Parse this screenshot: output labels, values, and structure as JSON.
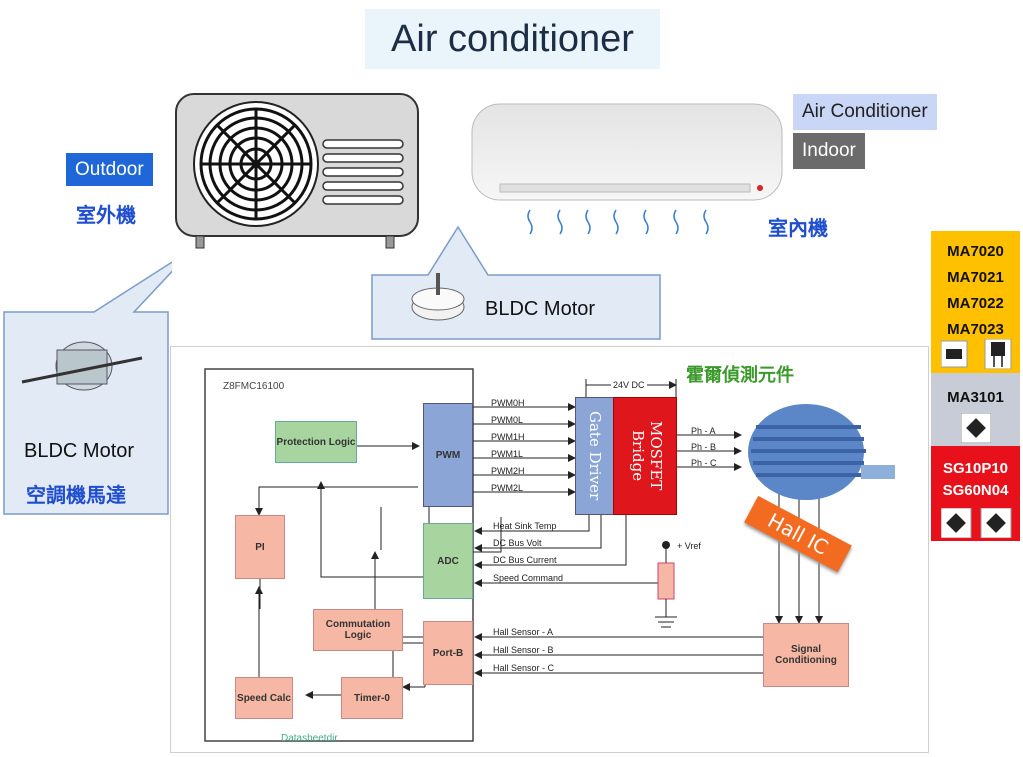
{
  "title": "Air conditioner",
  "outdoor": {
    "label": "Outdoor",
    "cjk": "室外機"
  },
  "indoor": {
    "label_top": "Air Conditioner",
    "label_bottom": "Indoor",
    "cjk": "室內機"
  },
  "callout_small": {
    "text": "BLDC Motor"
  },
  "callout_left": {
    "text": "BLDC Motor",
    "cjk": "空調機馬達"
  },
  "chips": {
    "group1": [
      "MA7020",
      "MA7021",
      "MA7022",
      "MA7023"
    ],
    "group2": [
      "MA3101"
    ],
    "group3": [
      "SG10P10",
      "SG60N04"
    ],
    "colors": {
      "group1": "#ffc000",
      "group2": "#c8ccd6",
      "group3": "#e8101a"
    }
  },
  "diagram": {
    "chip_name": "Z8FMC16100",
    "hall_cjk": "霍爾偵測元件",
    "blocks": {
      "protection": "Protection Logic",
      "pwm": "PWM",
      "pi": "PI",
      "adc": "ADC",
      "commutation": "Commutation Logic",
      "portb": "Port-B",
      "speed": "Speed Calc",
      "timer": "Timer-0",
      "gate_driver": "Gate Driver",
      "mosfet": "MOSFET Bridge",
      "signal": "Signal Conditioning",
      "hall_ic": "Hall IC"
    },
    "pwm_signals": [
      "PWM0H",
      "PWM0L",
      "PWM1H",
      "PWM1L",
      "PWM2H",
      "PWM2L"
    ],
    "adc_signals": [
      "Heat Sink Temp",
      "DC Bus Volt",
      "DC Bus Current",
      "Speed Command"
    ],
    "hall_signals": [
      "Hall Sensor - A",
      "Hall Sensor - B",
      "Hall Sensor - C"
    ],
    "phase_signals": [
      "Ph - A",
      "Ph - B",
      "Ph - C"
    ],
    "dc_label": "24V DC",
    "vref_label": "+ Vref",
    "watermark": "Datasheetdir"
  }
}
